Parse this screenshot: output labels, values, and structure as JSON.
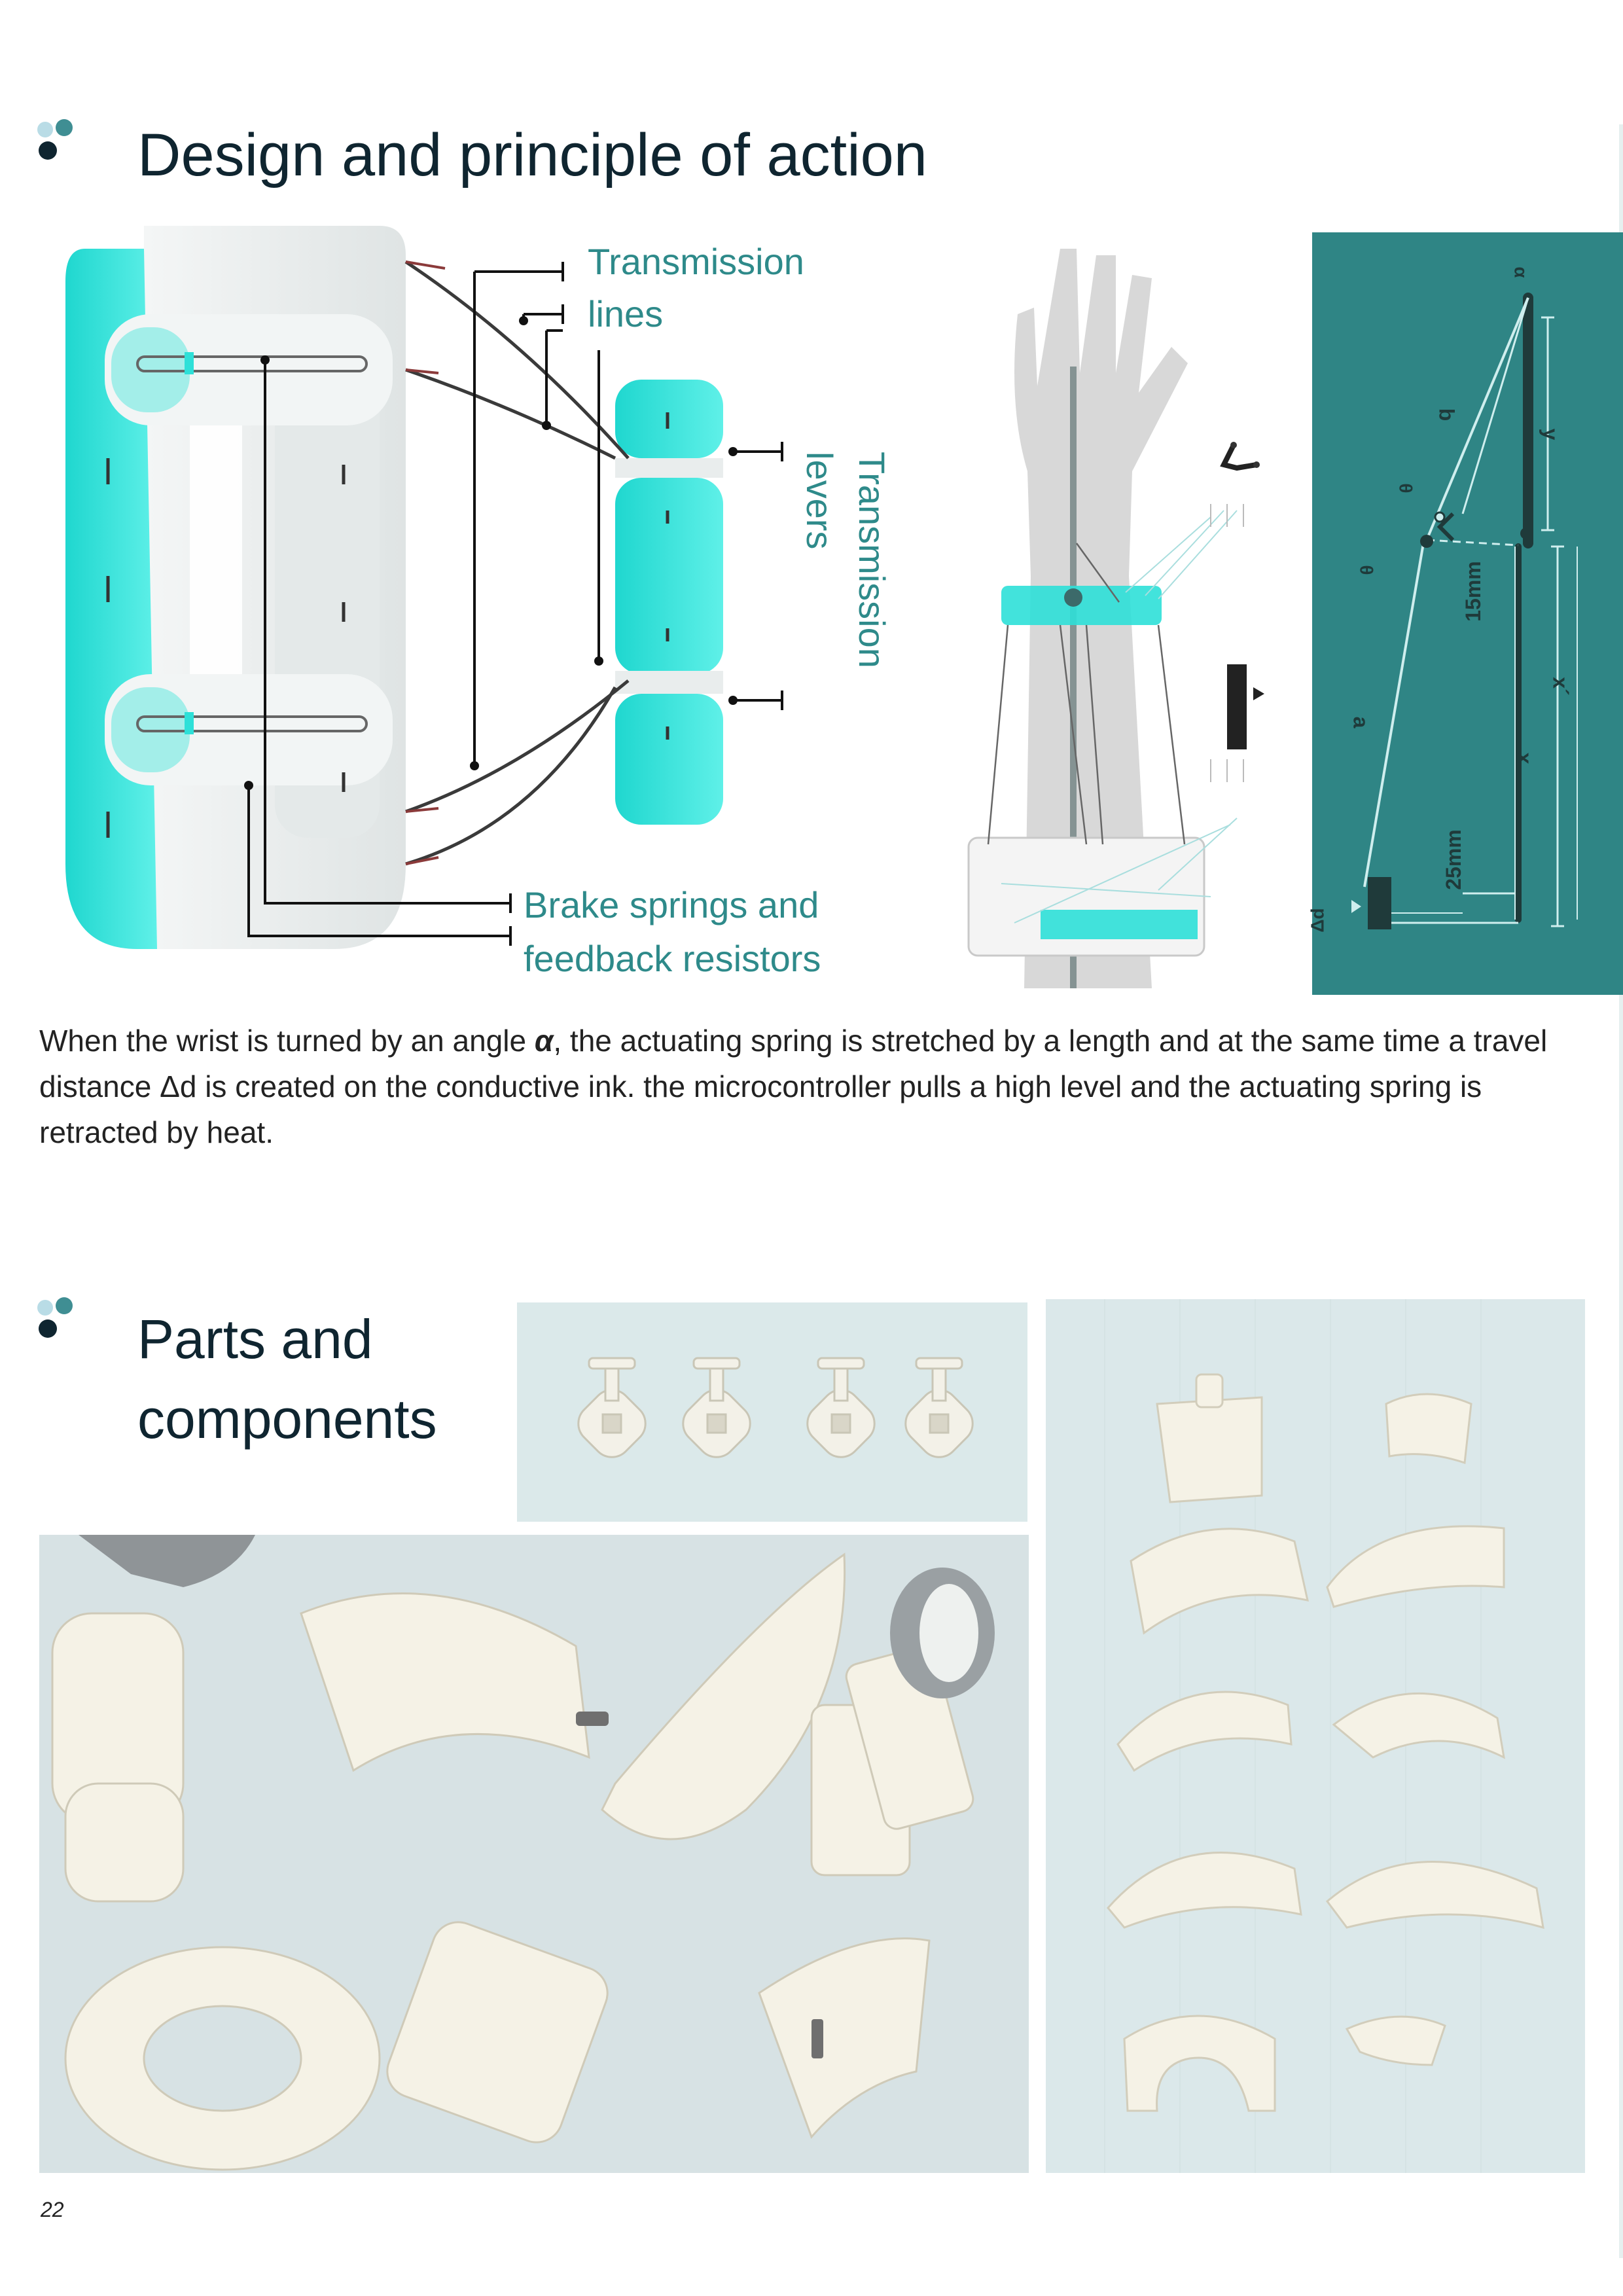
{
  "sections": {
    "design": {
      "title": "Design and principle of action"
    },
    "parts": {
      "title_line1": "Parts and",
      "title_line2": "components"
    }
  },
  "labels": {
    "transmission_lines_1": "Transmission",
    "transmission_lines_2": "lines",
    "transmission_levers_1": "Transmission",
    "transmission_levers_2": "levers",
    "brake_springs_1": "Brake springs and",
    "brake_springs_2": "feedback resistors"
  },
  "diagram_labels": {
    "alpha": "α",
    "b": "b",
    "y": "y",
    "theta1": "θ",
    "theta2": "θ",
    "mm15": "15mm",
    "xprime": "x´",
    "a": "a",
    "x": "x",
    "mm25": "25mm",
    "delta_d": "Δd"
  },
  "description": {
    "part1": "When the wrist is turned by an angle ",
    "alpha": "α",
    "part2": ", the actuating spring is stretched by a length and at the same time a travel distance Δd is created on the conductive ink. the microcontroller pulls a high level and the actuating spring is retracted by heat."
  },
  "page_number": "22",
  "colors": {
    "accent_teal": "#2e8a8a",
    "device_cyan": "#2ee0d8",
    "diagram_bg": "#2f8585",
    "heading_dark": "#0f2530",
    "dot_light": "#b9dce6",
    "dot_mid": "#3f8e93"
  }
}
